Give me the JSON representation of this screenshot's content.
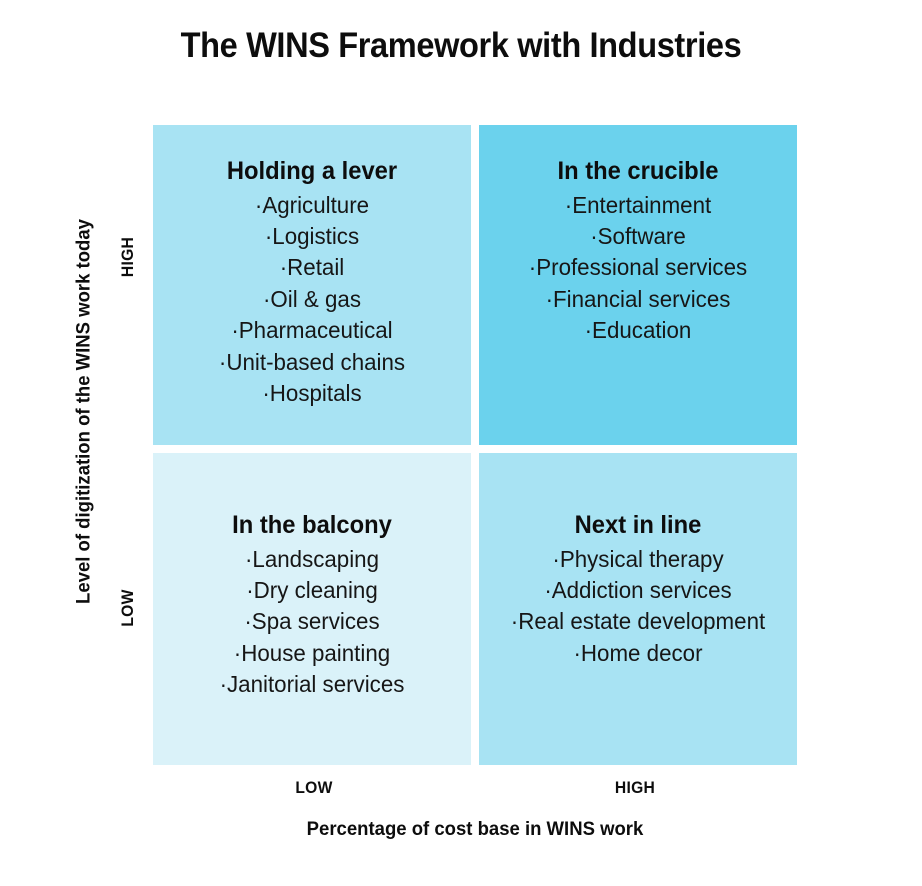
{
  "title": "The WINS Framework with Industries",
  "axes": {
    "y": {
      "title": "Level of digitization of the WINS work today",
      "high_label": "HIGH",
      "low_label": "LOW"
    },
    "x": {
      "title": "Percentage of cost base in WINS work",
      "low_label": "LOW",
      "high_label": "HIGH"
    }
  },
  "colors": {
    "top_left": "#a8e3f3",
    "top_right": "#6bd2ed",
    "bottom_left": "#daf2f9",
    "bottom_right": "#a8e3f3",
    "text": "#0d0d0d",
    "background": "#ffffff"
  },
  "quadrants": {
    "top_left": {
      "heading": "Holding a lever",
      "items": [
        "·Agriculture",
        "·Logistics",
        "·Retail",
        "·Oil & gas",
        "·Pharmaceutical",
        "·Unit-based chains",
        "·Hospitals"
      ]
    },
    "top_right": {
      "heading": "In the crucible",
      "items": [
        "·Entertainment",
        "·Software",
        "·Professional services",
        "·Financial services",
        "·Education"
      ]
    },
    "bottom_left": {
      "heading": "In the balcony",
      "items": [
        "·Landscaping",
        "·Dry cleaning",
        "·Spa services",
        "·House painting",
        "·Janitorial services"
      ]
    },
    "bottom_right": {
      "heading": "Next in line",
      "items": [
        "·Physical therapy",
        "·Addiction services",
        "·Real estate development",
        "·Home decor"
      ]
    }
  },
  "chart_data": {
    "type": "table",
    "title": "The WINS Framework with Industries",
    "xlabel": "Percentage of cost base in WINS work",
    "ylabel": "Level of digitization of the WINS work today",
    "x_ticks": [
      "LOW",
      "HIGH"
    ],
    "y_ticks": [
      "LOW",
      "HIGH"
    ],
    "cells": [
      {
        "x": "LOW",
        "y": "HIGH",
        "name": "Holding a lever",
        "industries": [
          "Agriculture",
          "Logistics",
          "Retail",
          "Oil & gas",
          "Pharmaceutical",
          "Unit-based chains",
          "Hospitals"
        ]
      },
      {
        "x": "HIGH",
        "y": "HIGH",
        "name": "In the crucible",
        "industries": [
          "Entertainment",
          "Software",
          "Professional services",
          "Financial services",
          "Education"
        ]
      },
      {
        "x": "LOW",
        "y": "LOW",
        "name": "In the balcony",
        "industries": [
          "Landscaping",
          "Dry cleaning",
          "Spa services",
          "House painting",
          "Janitorial services"
        ]
      },
      {
        "x": "HIGH",
        "y": "LOW",
        "name": "Next in line",
        "industries": [
          "Physical therapy",
          "Addiction services",
          "Real estate development",
          "Home decor"
        ]
      }
    ]
  }
}
